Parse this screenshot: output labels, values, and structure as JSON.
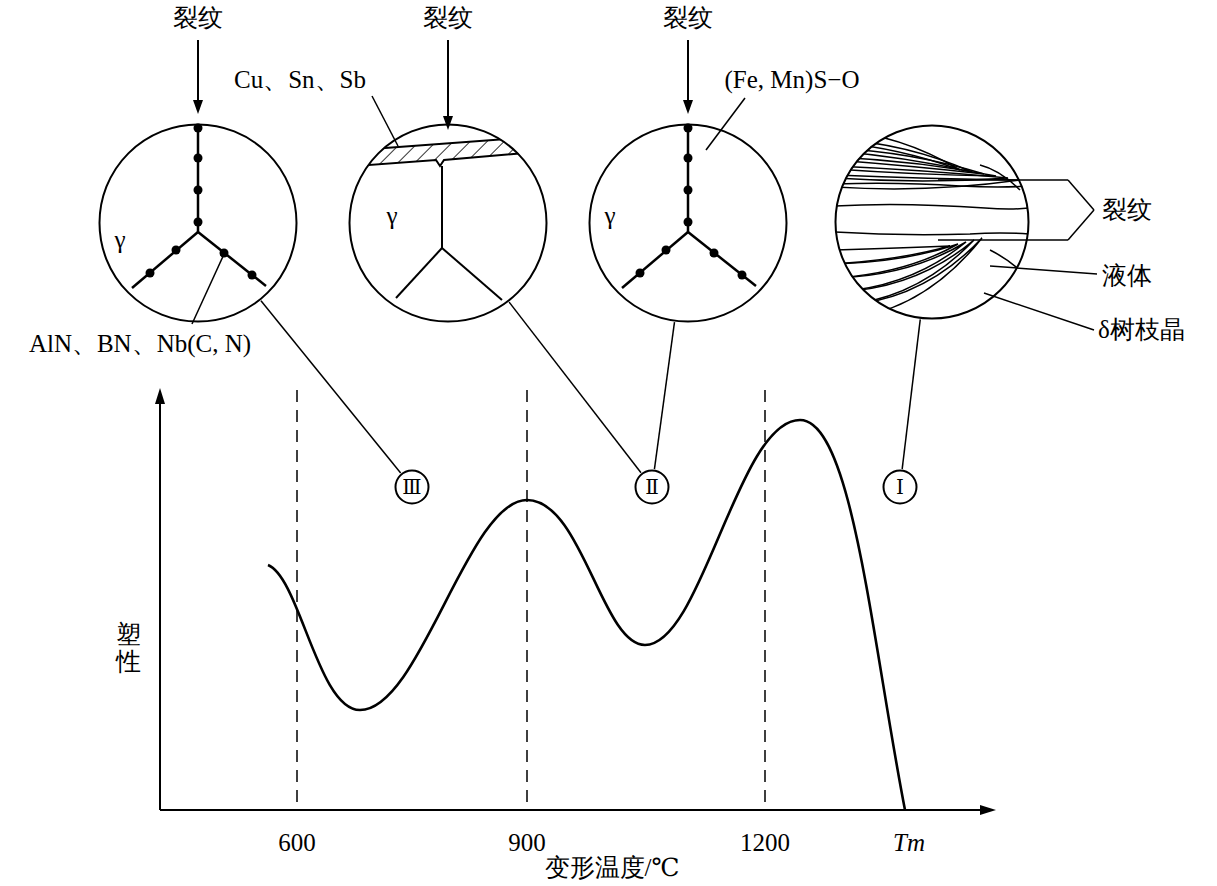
{
  "diagram": {
    "nodes": [
      {
        "text": [
          "γ"
        ]
      },
      {
        "text": [
          "γ"
        ]
      },
      {
        "text": [
          "γ"
        ]
      },
      {
        "text": [
          "裂纹",
          "液体",
          "δ树枝晶"
        ]
      },
      {
        "text": [
          "Ⅲ"
        ]
      },
      {
        "text": [
          "Ⅱ"
        ]
      },
      {
        "text": [
          "Ⅰ"
        ]
      }
    ],
    "edges": [
      {
        "from": 0,
        "to": 4,
        "arrow": "none"
      },
      {
        "from": 1,
        "to": 5,
        "arrow": "none"
      },
      {
        "from": 2,
        "to": 5,
        "arrow": "none"
      },
      {
        "from": 3,
        "to": 6,
        "arrow": "none"
      }
    ],
    "labels": [
      "裂纹",
      "裂纹",
      "裂纹",
      "Cu、Sn、Sb",
      "(Fe, Mn)S−O",
      "AlN、BN、Nb(C, N)",
      "600",
      "900",
      "1200",
      "Tm",
      "塑性",
      "变形温度/℃"
    ]
  }
}
